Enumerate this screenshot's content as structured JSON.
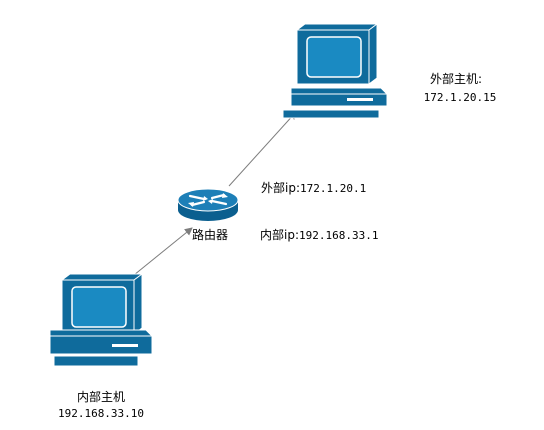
{
  "colors": {
    "device_fill": "#0f6b9c",
    "device_screen": "#1a8ac2",
    "device_outline": "#ffffff",
    "link_color": "#7d7d7d",
    "router_top": "#1d7fb7",
    "router_side": "#0b5f8f"
  },
  "nodes": {
    "external_host": {
      "name": "外部主机:",
      "ip": "172.1.20.15",
      "icon": "desktop-computer-icon"
    },
    "router": {
      "name": "路由器",
      "external_ip_label": "外部ip:",
      "external_ip": "172.1.20.1",
      "internal_ip_label": "内部ip:",
      "internal_ip": "192.168.33.1",
      "icon": "router-icon"
    },
    "internal_host": {
      "name": "内部主机",
      "ip": "192.168.33.10",
      "icon": "desktop-computer-icon"
    }
  },
  "edges": [
    {
      "from": "internal_host",
      "to": "router",
      "arrow": true
    },
    {
      "from": "router",
      "to": "external_host",
      "arrow": true
    }
  ]
}
